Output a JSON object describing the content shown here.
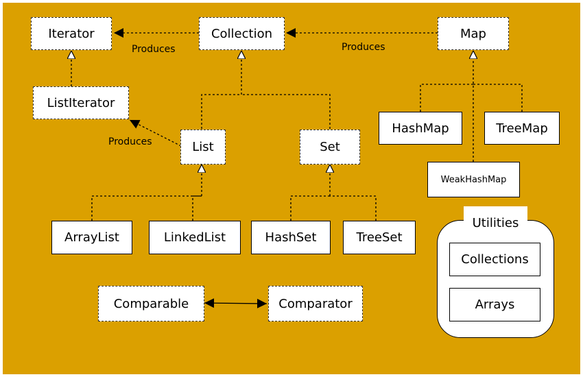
{
  "colors": {
    "background": "#DBA000",
    "box_fill": "#FFFFFF",
    "line": "#000000"
  },
  "nodes": {
    "iterator": "Iterator",
    "collection": "Collection",
    "map": "Map",
    "list_iterator": "ListIterator",
    "list": "List",
    "set": "Set",
    "hash_map": "HashMap",
    "tree_map": "TreeMap",
    "weak_hash_map": "WeakHashMap",
    "array_list": "ArrayList",
    "linked_list": "LinkedList",
    "hash_set": "HashSet",
    "tree_set": "TreeSet",
    "comparable": "Comparable",
    "comparator": "Comparator"
  },
  "utilities": {
    "title": "Utilities",
    "collections": "Collections",
    "arrays": "Arrays"
  },
  "edge_labels": {
    "collection_produces_iterator": "Produces",
    "map_produces_collection": "Produces",
    "list_produces_list_iterator": "Produces"
  }
}
